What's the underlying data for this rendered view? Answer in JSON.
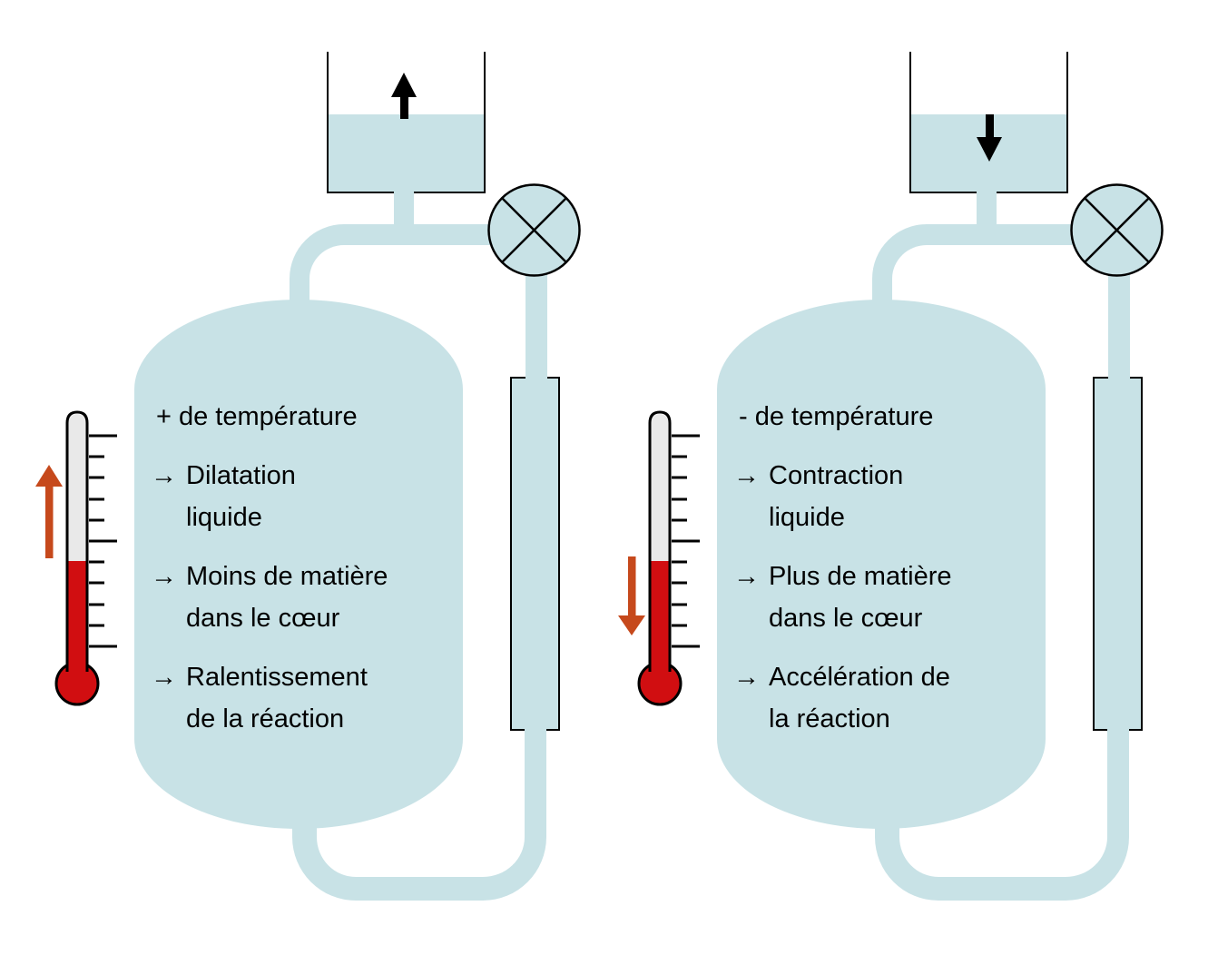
{
  "diagram_title": "",
  "colors": {
    "liquid_blue": "#c8e2e6",
    "thermometer_red": "#d10e11",
    "temp_arrow_orange": "#c6491c",
    "outline_black": "#000000",
    "thermometer_glass": "#e9e9e9",
    "background": "#ffffff"
  },
  "glyphs": {
    "bullet_arrow": "→"
  },
  "units": [
    {
      "id": "temperature-increase",
      "temp_label": "+ de température",
      "tank_level_arrow": "up",
      "thermometer_arrow": "up",
      "bullets": [
        {
          "line1": "Dilatation",
          "line2": "liquide"
        },
        {
          "line1": "Moins de matière",
          "line2": "dans le cœur"
        },
        {
          "line1": "Ralentissement",
          "line2": "de la réaction"
        }
      ],
      "icons": [
        "thermometer-icon",
        "up-arrow-icon",
        "valve-icon",
        "tank",
        "reactor-vessel",
        "heat-exchanger"
      ]
    },
    {
      "id": "temperature-decrease",
      "temp_label": "- de température",
      "tank_level_arrow": "down",
      "thermometer_arrow": "down",
      "bullets": [
        {
          "line1": "Contraction",
          "line2": "liquide"
        },
        {
          "line1": "Plus de matière",
          "line2": "dans le cœur"
        },
        {
          "line1": "Accélération de",
          "line2": "la réaction"
        }
      ],
      "icons": [
        "thermometer-icon",
        "down-arrow-icon",
        "valve-icon",
        "tank",
        "reactor-vessel",
        "heat-exchanger"
      ]
    }
  ]
}
